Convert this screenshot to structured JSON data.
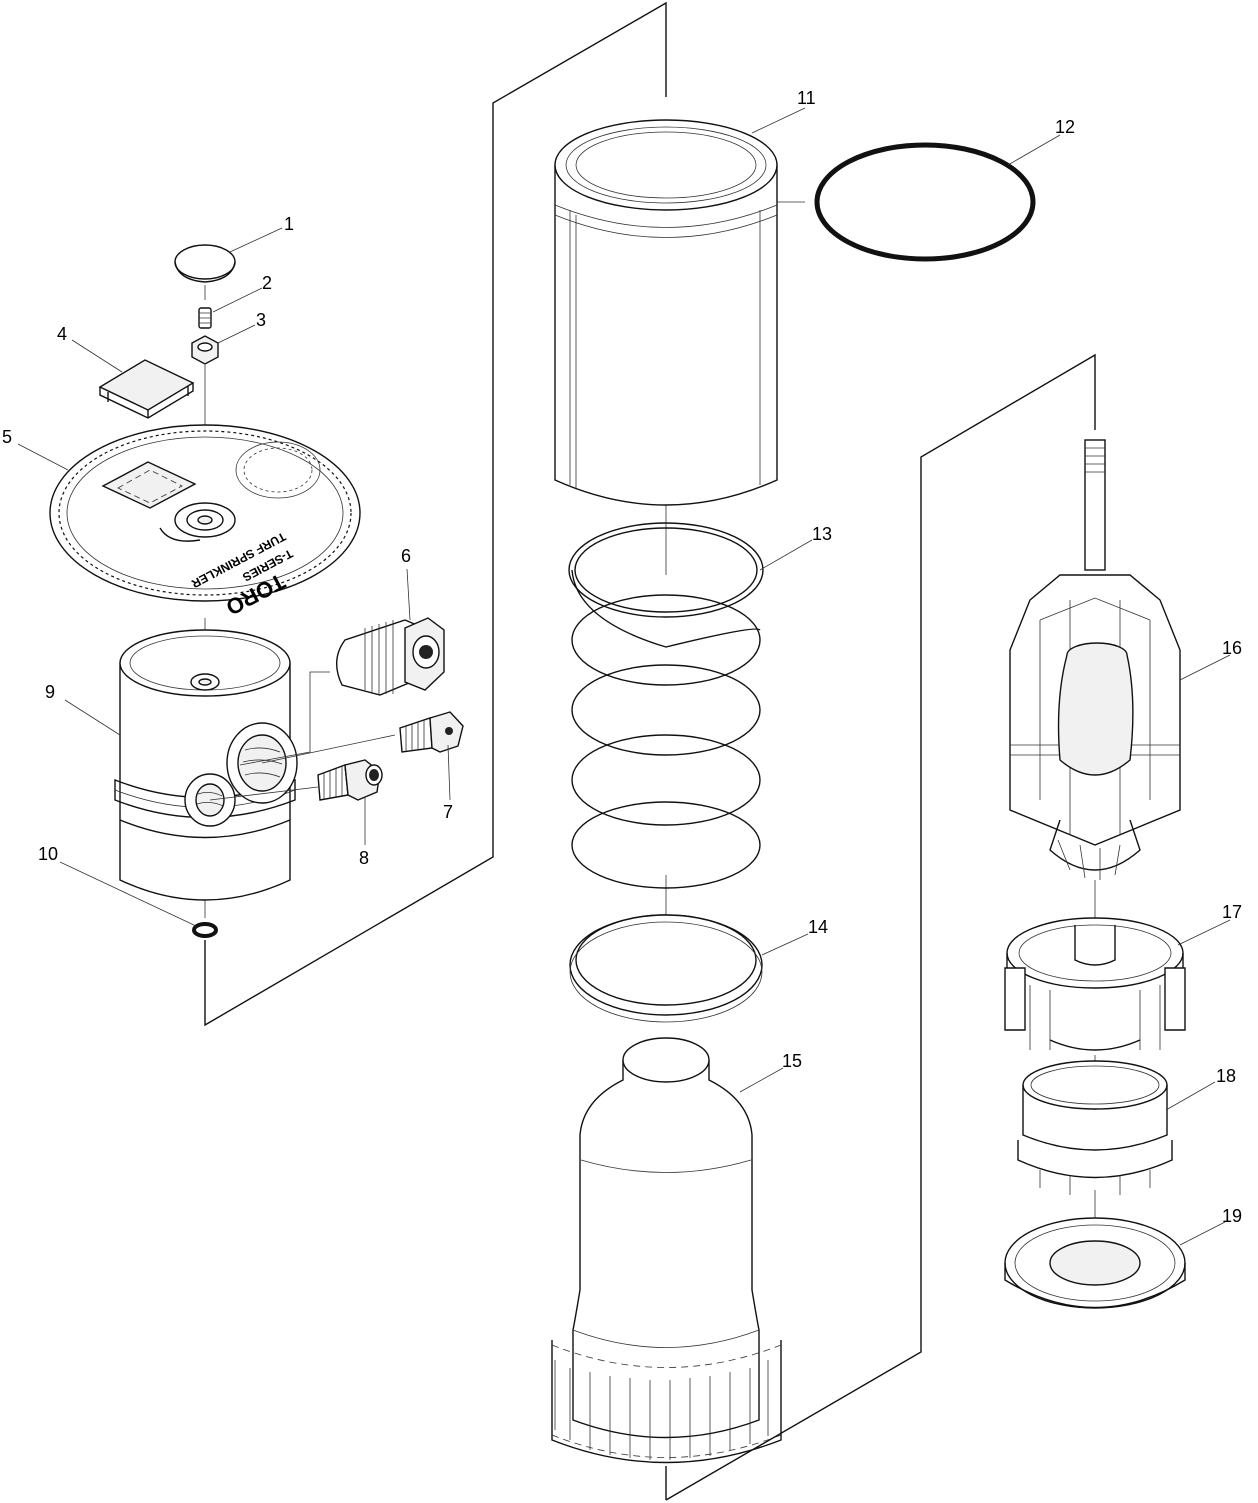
{
  "callouts": [
    "1",
    "2",
    "3",
    "4",
    "5",
    "6",
    "7",
    "8",
    "9",
    "10",
    "11",
    "12",
    "13",
    "14",
    "15",
    "16",
    "17",
    "18",
    "19"
  ],
  "gear_label": {
    "brand": "TORO",
    "series": "T-SERIES",
    "line": "TURF SPRINKLER"
  }
}
